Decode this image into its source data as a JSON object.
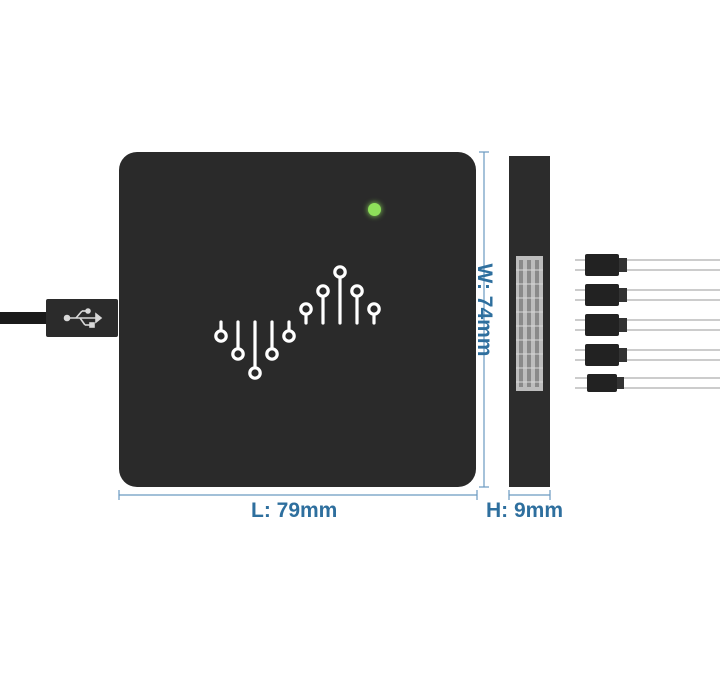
{
  "dimensions": {
    "length_label": "L: 79mm",
    "width_label": "W: 74mm",
    "height_label": "H: 9mm"
  },
  "colors": {
    "dimension_text": "#2e6f9e",
    "dimension_line": "#6a9ac0",
    "device_body": "#2a2a2a",
    "led": "#8ee05a",
    "logo": "#ffffff"
  },
  "icons": {
    "usb": "usb-icon",
    "led": "status-led",
    "logo": "signal-waveform-logo"
  }
}
